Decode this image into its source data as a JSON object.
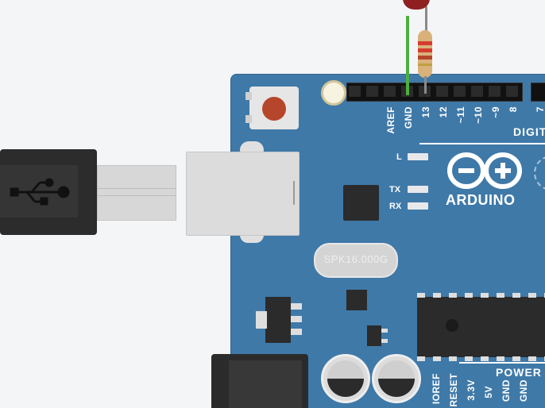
{
  "board": {
    "brand": "ARDUINO",
    "section_digital": "DIGIT",
    "section_power": "POWER",
    "crystal_label": "SPK16.000G",
    "digital_pins": [
      "AREF",
      "GND",
      "13",
      "12",
      "~11",
      "~10",
      "~9",
      "8"
    ],
    "digital_pin_7": "7",
    "power_pins": [
      "IOREF",
      "RESET",
      "3.3V",
      "5V",
      "GND",
      "GND"
    ],
    "leds": {
      "l": "L",
      "tx": "TX",
      "rx": "RX"
    }
  },
  "colors": {
    "board_blue": "#3f79a8",
    "wire_green": "#4caf3f",
    "reset_button": "#b5462c",
    "canvas_bg": "#f4f5f7"
  },
  "icons": {
    "usb": "usb-icon",
    "logo": "arduino-infinity-logo"
  }
}
